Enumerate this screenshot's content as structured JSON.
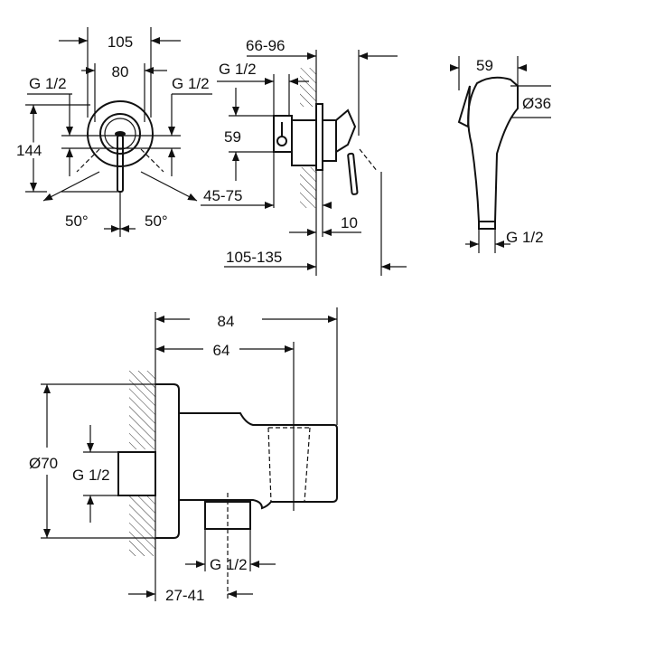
{
  "front_view": {
    "width_outer": "105",
    "width_inner": "80",
    "thread_left": "G 1/2",
    "thread_right": "G 1/2",
    "height": "144",
    "angle_left": "50°",
    "angle_right": "50°"
  },
  "side_view": {
    "depth_range": "66-96",
    "thread": "G 1/2",
    "spacing": "59",
    "offset_range": "45-75",
    "plate": "10",
    "total_range": "105-135"
  },
  "handshower_view": {
    "length": "59",
    "diameter": "Ø36",
    "thread": "G 1/2"
  },
  "elbow_view": {
    "total_depth": "84",
    "holder_depth": "64",
    "diameter": "Ø70",
    "thread_inlet": "G 1/2",
    "thread_outlet": "G 1/2",
    "outlet_offset": "27-41"
  }
}
